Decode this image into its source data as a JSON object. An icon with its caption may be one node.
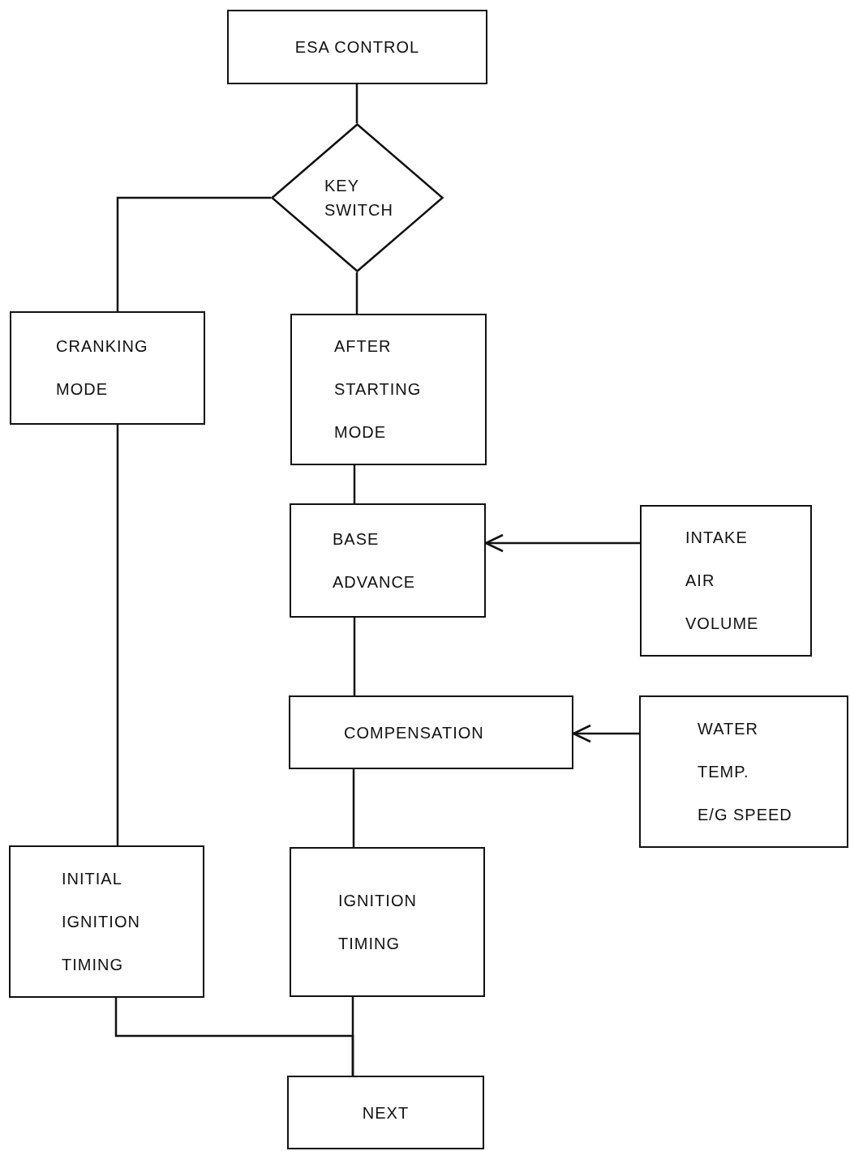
{
  "diagram": {
    "nodes": [
      {
        "text": [
          "ESA CONTROL"
        ]
      },
      {
        "text": [
          "KEY SWITCH"
        ]
      },
      {
        "text": [
          "CRANKING MODE"
        ]
      },
      {
        "text": [
          "AFTER STARTING MODE"
        ]
      },
      {
        "text": [
          "BASE ADVANCE"
        ]
      },
      {
        "text": [
          "INTAKE AIR VOLUME"
        ]
      },
      {
        "text": [
          "COMPENSATION"
        ]
      },
      {
        "text": [
          "WATER TEMP.",
          "E/G SPEED"
        ]
      },
      {
        "text": [
          "INITIAL IGNITION TIMING"
        ]
      },
      {
        "text": [
          "IGNITION TIMING"
        ]
      },
      {
        "text": [
          "NEXT"
        ]
      }
    ],
    "edges": [
      {
        "from": 0,
        "to": 1,
        "arrow": "none"
      },
      {
        "from": 1,
        "to": 2,
        "arrow": "none"
      },
      {
        "from": 1,
        "to": 3,
        "arrow": "none"
      },
      {
        "from": 3,
        "to": 4,
        "arrow": "none"
      },
      {
        "from": 5,
        "to": 4,
        "arrow": "to"
      },
      {
        "from": 4,
        "to": 6,
        "arrow": "none"
      },
      {
        "from": 7,
        "to": 6,
        "arrow": "to"
      },
      {
        "from": 6,
        "to": 9,
        "arrow": "none"
      },
      {
        "from": 2,
        "to": 8,
        "arrow": "none"
      },
      {
        "from": 8,
        "to": 10,
        "arrow": "none"
      },
      {
        "from": 9,
        "to": 10,
        "arrow": "none"
      }
    ]
  }
}
